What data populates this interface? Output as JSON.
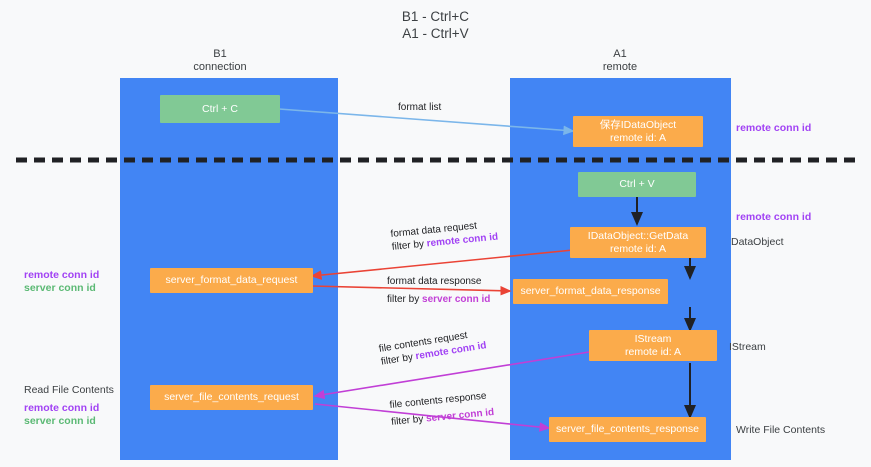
{
  "title": {
    "line1": "B1 - Ctrl+C",
    "line2": "A1 - Ctrl+V"
  },
  "columns": [
    {
      "name": "B1",
      "subtitle": "connection"
    },
    {
      "name": "A1",
      "subtitle": "remote"
    }
  ],
  "nodes": {
    "ctrl_c": {
      "label": "Ctrl + C"
    },
    "ctrl_v": {
      "label": "Ctrl + V"
    },
    "idataobject": {
      "line1": "保存IDataObject",
      "line2": "remote id: A"
    },
    "getdata": {
      "line1": "IDataObject::GetData",
      "line2": "remote id: A"
    },
    "istream": {
      "line1": "IStream",
      "line2": "remote id: A"
    },
    "server_format_data_request": {
      "label": "server_format_data_request"
    },
    "server_format_data_response": {
      "label": "server_format_data_response"
    },
    "server_file_contents_request": {
      "label": "server_file_contents_request"
    },
    "server_file_contents_response": {
      "label": "server_file_contents_response"
    }
  },
  "arrow_labels": {
    "format_list": "format list",
    "format_data_request": "format data request",
    "format_data_request_filter_prefix": "filter by ",
    "format_data_request_filter_key": "remote conn id",
    "format_data_response": "format data response",
    "format_data_response_filter_prefix": "filter by ",
    "format_data_response_filter_key": "server conn id",
    "file_contents_request": "file contents request",
    "file_contents_request_filter_prefix": "filter by ",
    "file_contents_request_filter_key": "remote conn id",
    "file_contents_response": "file contents response",
    "file_contents_response_filter_prefix": "filter by ",
    "file_contents_response_filter_key": "server conn id"
  },
  "margin_labels": {
    "right_remote_conn_id_top": "remote conn id",
    "right_remote_conn_id_mid": "remote conn id",
    "right_dataobject": "DataObject",
    "right_istream": "IStream",
    "right_write_file_contents": "Write File Contents",
    "left_remote_conn_id": "remote conn id",
    "left_server_conn_id": "server conn id",
    "left_read_file_contents": "Read File Contents",
    "left_read_remote_conn_id": "remote conn id",
    "left_read_server_conn_id": "server conn id"
  },
  "colors": {
    "column": "#4285f4",
    "green_node": "#81c995",
    "orange_node": "#fbab4b",
    "purple": "#a142f4",
    "green_text": "#5bb974",
    "magenta": "#c13fd6",
    "arrow_blue": "#7bb6ea",
    "arrow_red": "#ea4335",
    "arrow_black": "#202124",
    "background": "#f8f9fa"
  }
}
